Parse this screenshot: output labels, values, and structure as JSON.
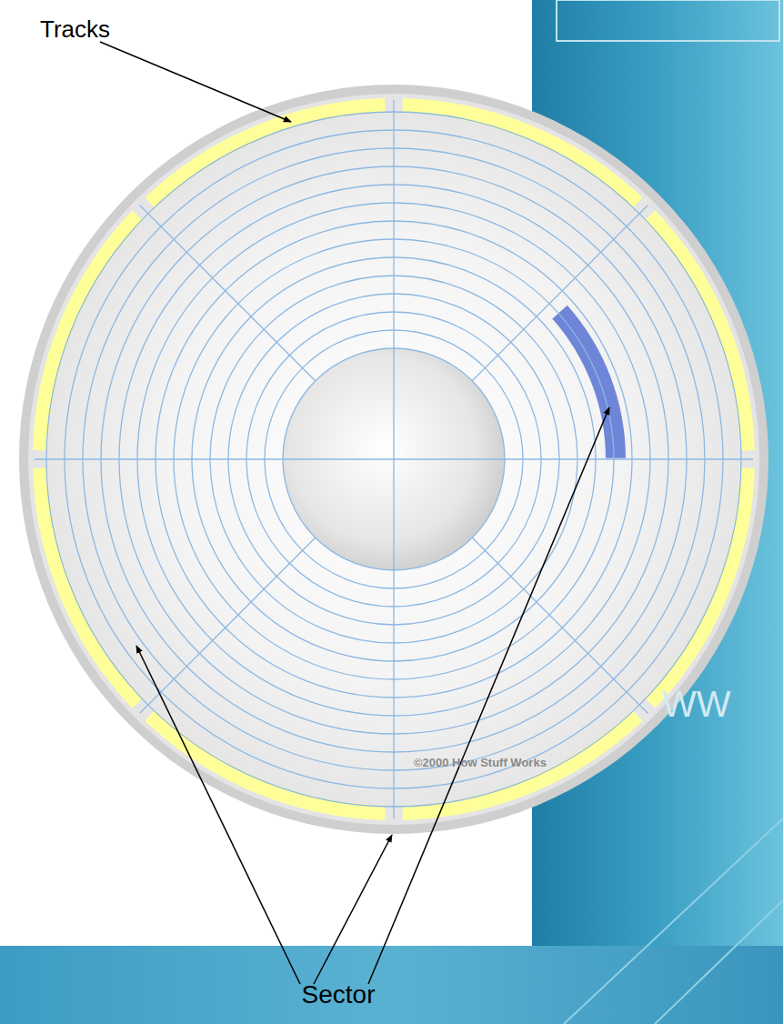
{
  "diagram": {
    "labels": [
      "Tracks",
      "Sector",
      "©2000 How Stuff Works",
      "WW"
    ]
  }
}
